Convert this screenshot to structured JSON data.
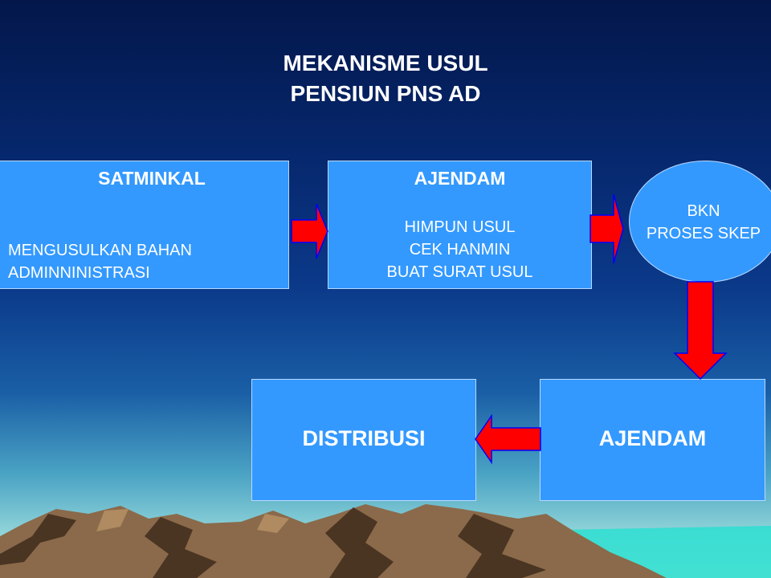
{
  "title": {
    "line1": "MEKANISME USUL",
    "line2": "PENSIUN PNS AD"
  },
  "boxes": {
    "satminkal": {
      "heading": "SATMINKAL",
      "lines": [
        "MENGUSULKAN BAHAN",
        "ADMINNINISTRASI"
      ]
    },
    "ajendam_top": {
      "heading": "AJENDAM",
      "lines": [
        "HIMPUN USUL",
        "CEK HANMIN",
        "BUAT SURAT USUL"
      ]
    },
    "bkn": {
      "lines": [
        "BKN",
        "PROSES SKEP"
      ]
    },
    "ajendam_bottom": {
      "heading": "AJENDAM"
    },
    "distribusi": {
      "heading": "DISTRIBUSI"
    }
  },
  "colors": {
    "box_fill": "#3399ff",
    "arrow_fill": "#ff0000",
    "arrow_outline": "#0000ff",
    "mountain": "#8a6a4a"
  }
}
